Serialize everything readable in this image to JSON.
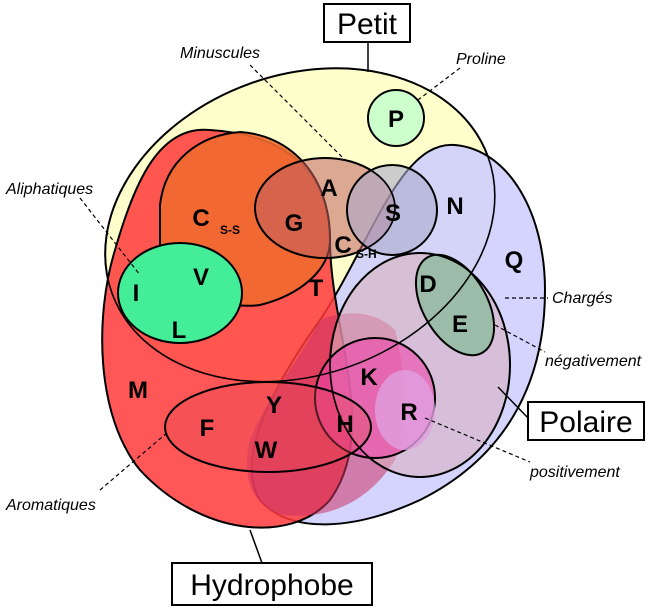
{
  "sets": {
    "petit": "Petit",
    "polaire": "Polaire",
    "hydrophobe": "Hydrophobe"
  },
  "subsets": {
    "minuscules": "Minuscules",
    "proline": "Proline",
    "aliphatiques": "Aliphatiques",
    "charges": "Chargés",
    "negativement": "négativement",
    "positivement": "positivement",
    "aromatiques": "Aromatiques"
  },
  "amino_acids": {
    "P": "P",
    "A": "A",
    "G": "G",
    "S": "S",
    "N": "N",
    "C": "C",
    "C_ss_sub": "S-S",
    "C_sh_sub": "S-H",
    "T": "T",
    "Q": "Q",
    "D": "D",
    "E": "E",
    "I": "I",
    "V": "V",
    "L": "L",
    "M": "M",
    "K": "K",
    "R": "R",
    "H": "H",
    "F": "F",
    "Y": "Y",
    "W": "W"
  },
  "colors": {
    "petit": "#ffffcc",
    "polaire": "#ccccff",
    "hydrophobe": "#ff4444",
    "proline": "#ccffcc",
    "aliphatiques": "#44ee99",
    "positif": "#ee44aa"
  }
}
